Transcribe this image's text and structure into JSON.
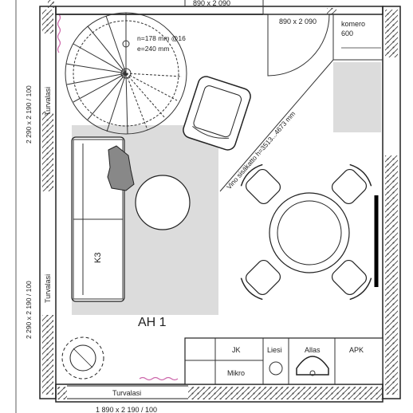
{
  "dimensions": {
    "top_left": "890 x 2 090",
    "top_door": "890 x 2 090",
    "left_upper": "2 290 x 2 190 / 100",
    "left_lower": "2 290 x 2 190 / 100",
    "bottom": "1 890 x 2 190 / 100",
    "stair": "n=178 mm @16",
    "stair_e": "e=240 mm",
    "ceiling": "Vino sisäkatto h=3513...4673 mm"
  },
  "labels": {
    "closet_name": "komero",
    "closet_size": "600",
    "turvalasi_upper": "Turvalasi",
    "turvalasi_lower": "Turvalasi",
    "turvalasi_bottom": "Turvalasi",
    "sofa": "K3",
    "room": "AH 1",
    "jk": "JK",
    "liesi": "Liesi",
    "allas": "Allas",
    "apk": "APK",
    "mikro": "Mikro"
  },
  "colors": {
    "rug": "#dcdcdc",
    "wall_hatch": "#555555",
    "wavy_line": "#cc66aa"
  }
}
